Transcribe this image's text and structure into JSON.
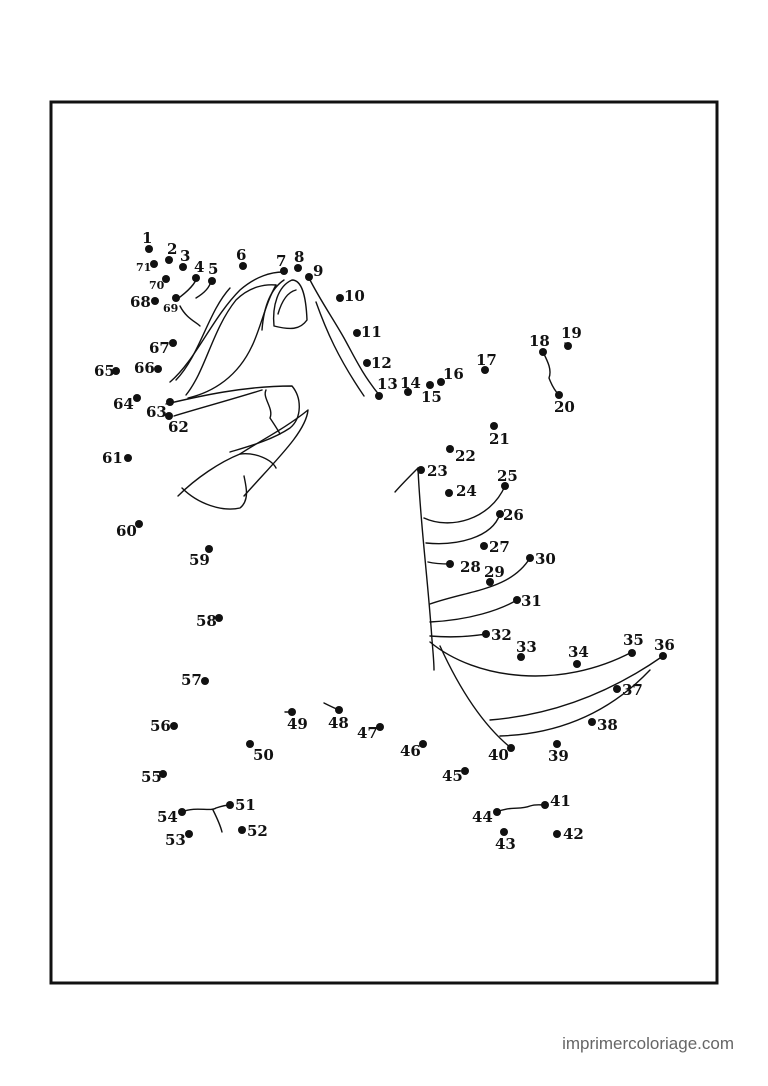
{
  "worksheet": {
    "dot_labels": [
      "1",
      "2",
      "3",
      "4",
      "5",
      "6",
      "7",
      "8",
      "9",
      "10",
      "11",
      "12",
      "13",
      "14",
      "15",
      "16",
      "17",
      "18",
      "19",
      "20",
      "21",
      "22",
      "23",
      "24",
      "25",
      "26",
      "27",
      "28",
      "29",
      "30",
      "31",
      "32",
      "33",
      "34",
      "35",
      "36",
      "37",
      "38",
      "39",
      "40",
      "41",
      "42",
      "43",
      "44",
      "45",
      "46",
      "47",
      "48",
      "49",
      "50",
      "51",
      "52",
      "53",
      "54",
      "55",
      "56",
      "57",
      "58",
      "59",
      "60",
      "61",
      "62",
      "63",
      "64",
      "65",
      "66",
      "67",
      "68",
      "69",
      "70",
      "71"
    ],
    "line_color": "#111111"
  },
  "footer": {
    "site": "imprimercoloriage.com"
  }
}
